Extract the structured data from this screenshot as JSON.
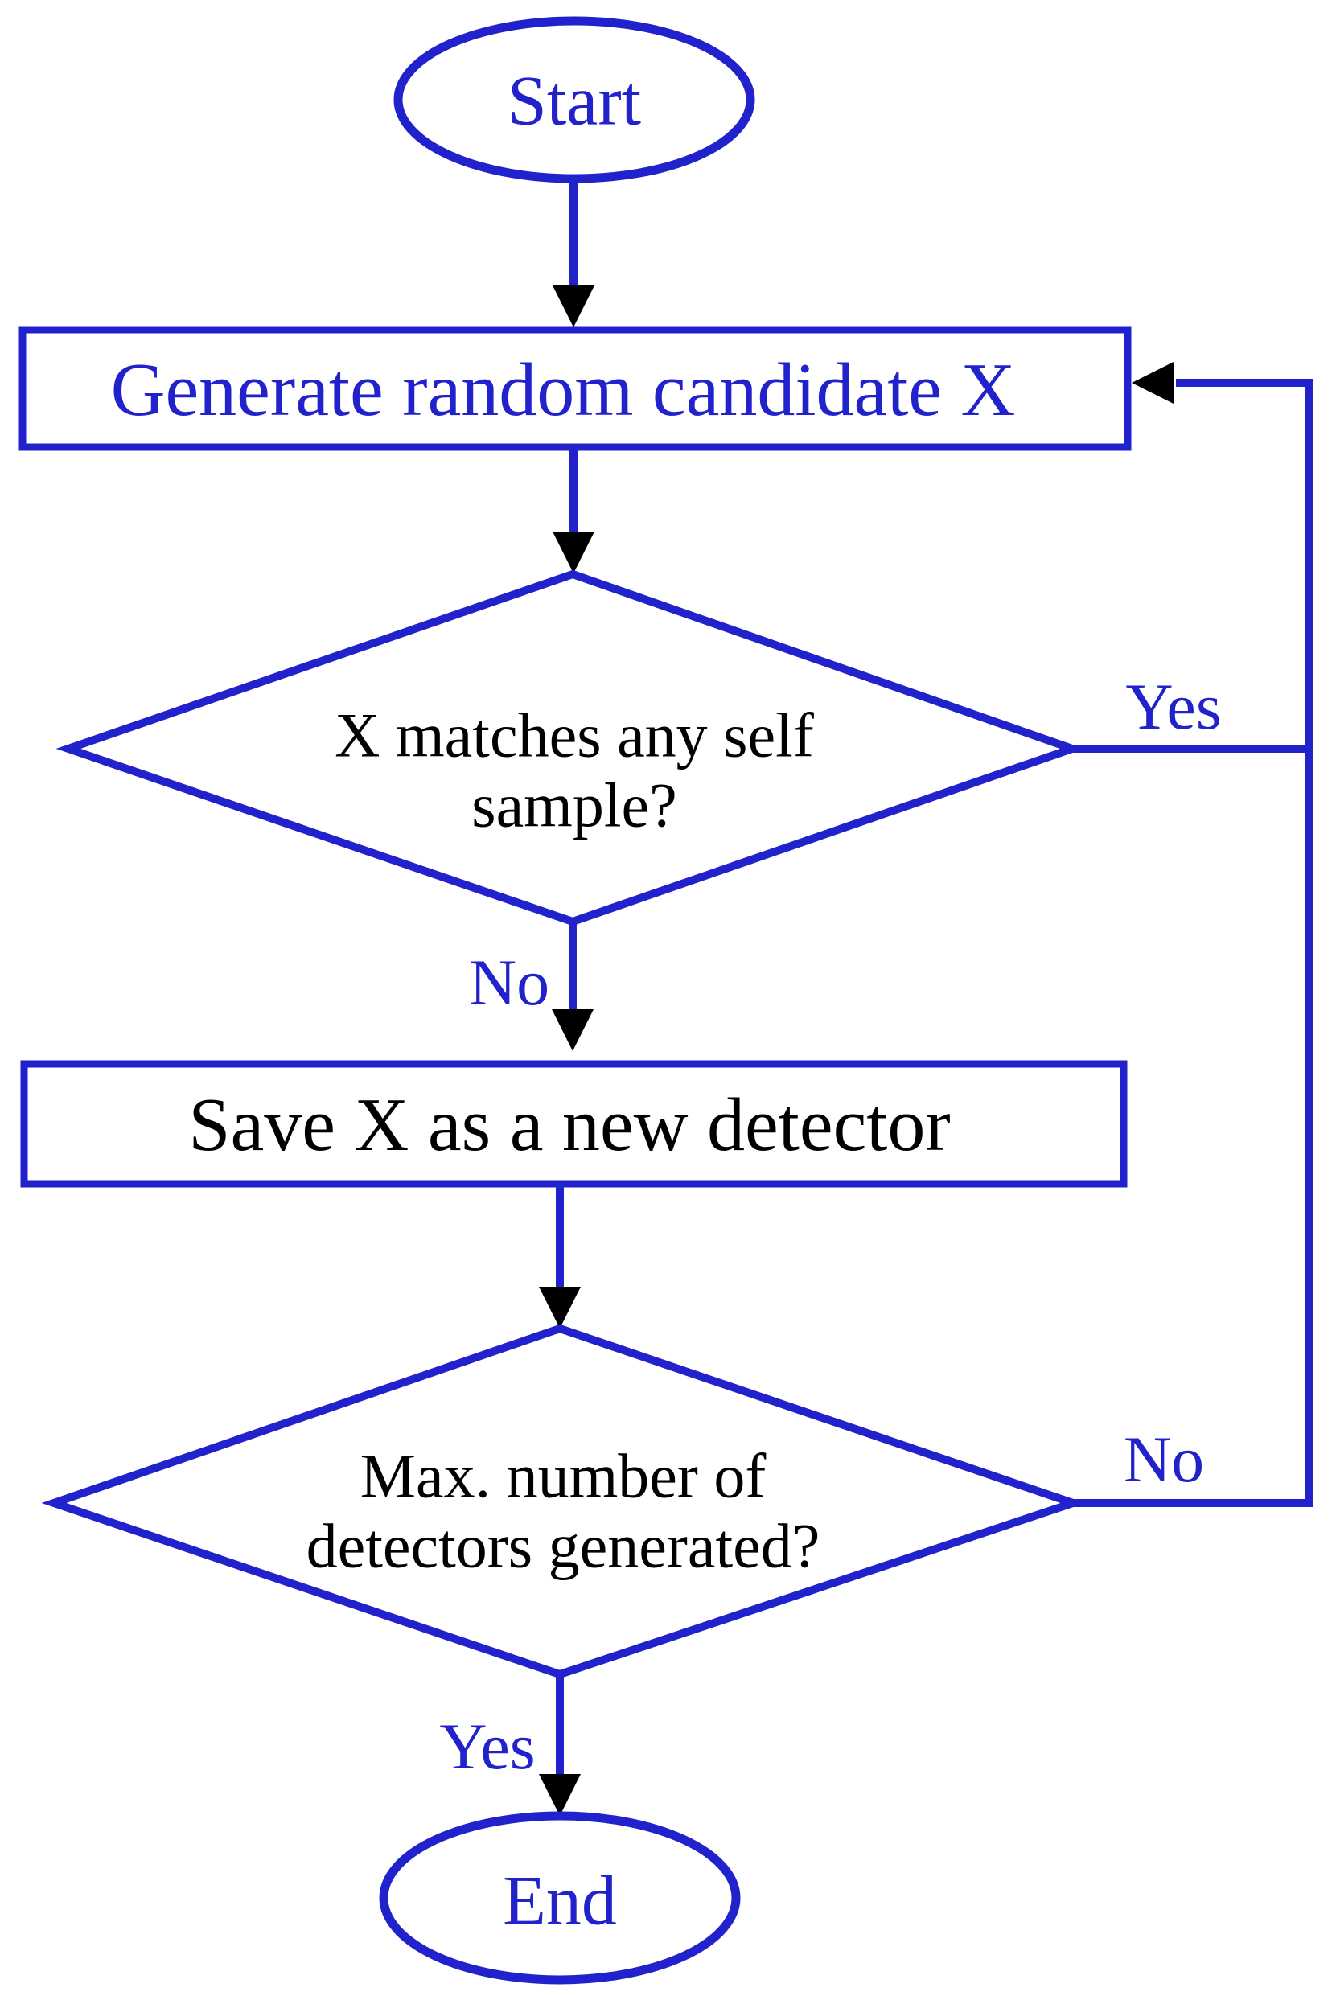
{
  "colors": {
    "blue": "#2222CC",
    "black": "#000000",
    "bg": "#FFFFFF"
  },
  "nodes": {
    "start": "Start",
    "generate": "Generate random candidate X",
    "match": "X matches any self\nsample?",
    "save": "Save X as a new detector",
    "max": "Max. number of\ndetectors generated?",
    "end": "End"
  },
  "edges": {
    "match_yes": "Yes",
    "match_no": "No",
    "max_no": "No",
    "max_yes": "Yes"
  }
}
